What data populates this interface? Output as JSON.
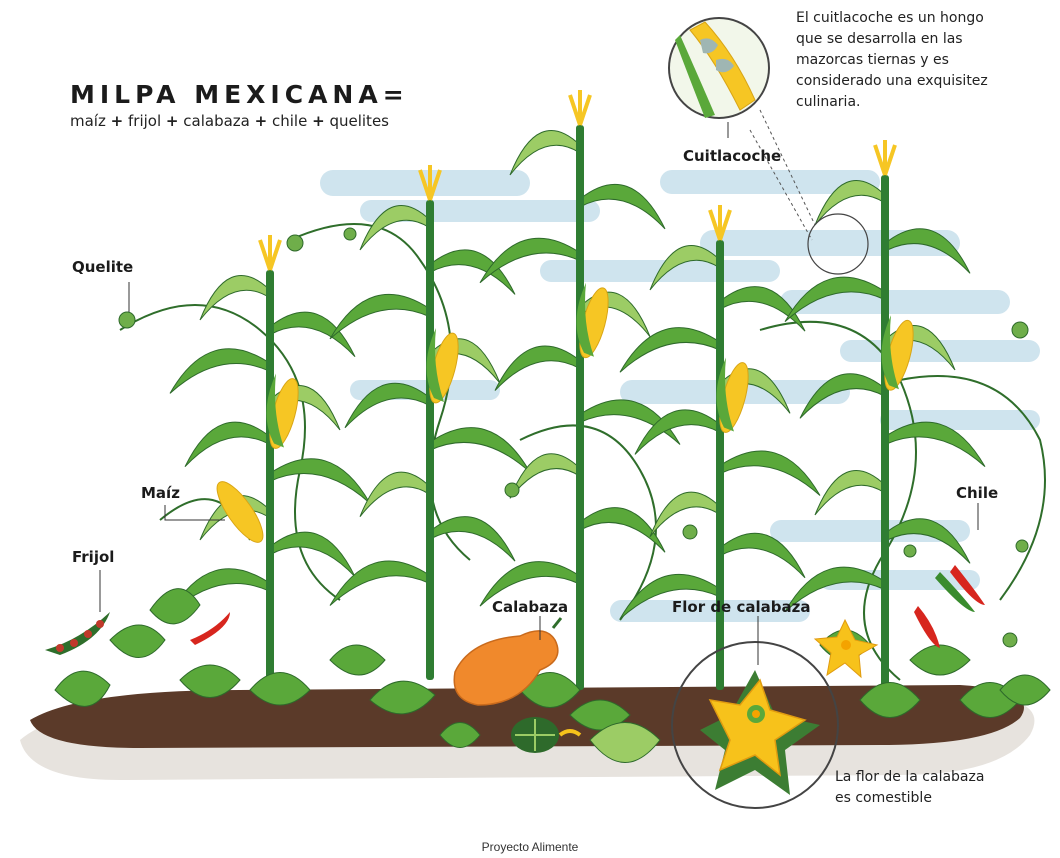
{
  "title": "MILPA MEXICANA=",
  "formula": {
    "items": [
      "maíz",
      "frijol",
      "calabaza",
      "chile",
      "quelites"
    ],
    "separator": "+"
  },
  "labels": {
    "quelite": "Quelite",
    "maiz": "Maíz",
    "frijol": "Frijol",
    "calabaza": "Calabaza",
    "flor": "Flor de calabaza",
    "chile": "Chile",
    "cuitlacoche": "Cuitlacoche"
  },
  "notes": {
    "cuitlacoche": [
      "El cuitlacoche es un hongo",
      "que se desarrolla en las",
      "mazorcas tiernas y es",
      "considerado una exquisitez",
      "culinaria."
    ],
    "flor": [
      "La flor de la calabaza",
      "es comestible"
    ]
  },
  "credit": "Proyecto Alimente",
  "colors": {
    "stalk": "#2f7d32",
    "leaf": "#5aa83a",
    "leaf_light": "#9ccc65",
    "corn": "#f6c624",
    "sky": "#cfe4ee",
    "soil": "#5b3a29",
    "squash": "#f0892c",
    "flower": "#f7c21b",
    "chile_red": "#d7261e"
  }
}
